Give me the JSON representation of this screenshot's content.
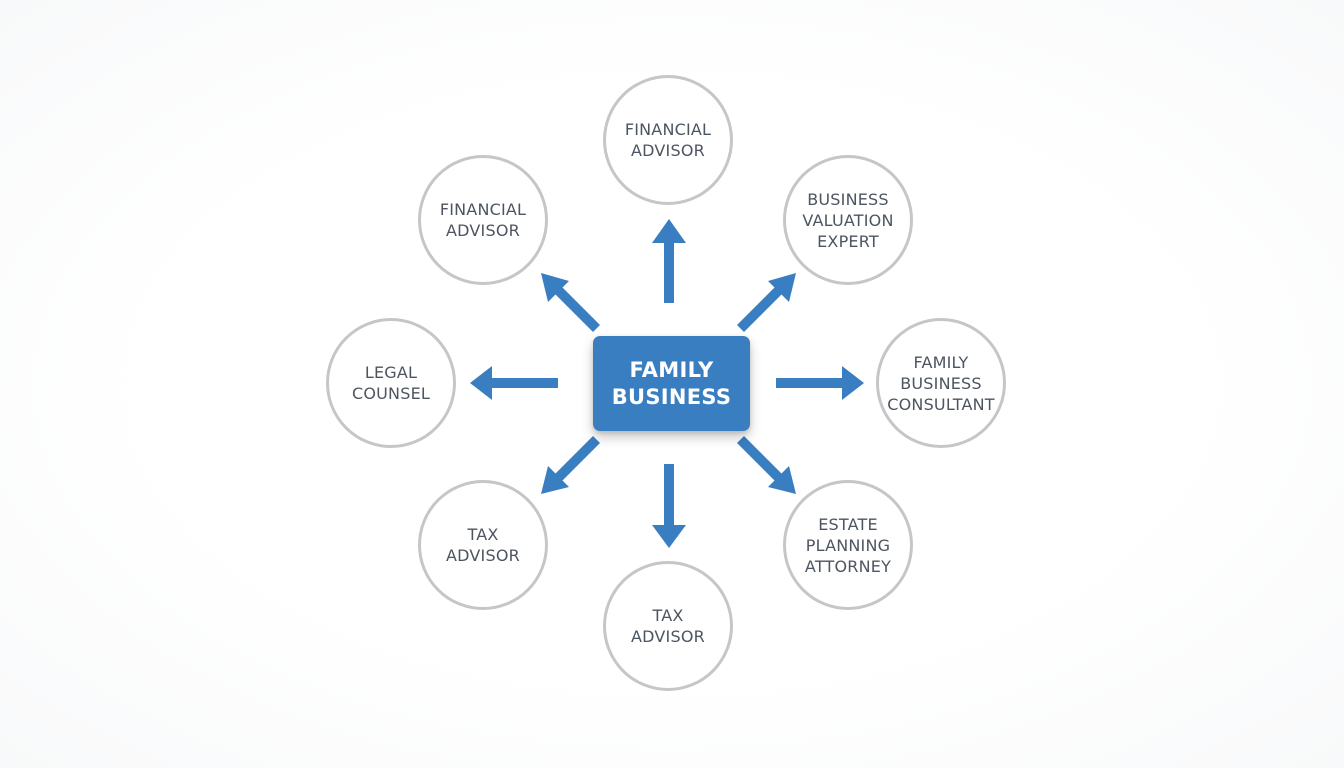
{
  "diagram": {
    "center": {
      "label": "FAMILY\nBUSINESS"
    },
    "nodes": [
      {
        "id": "top",
        "label": "FINANCIAL\nADVISOR"
      },
      {
        "id": "upper-right",
        "label": "BUSINESS\nVALUATION\nEXPERT"
      },
      {
        "id": "right",
        "label": "FAMILY\nBUSINESS\nCONSULTANT"
      },
      {
        "id": "lower-right",
        "label": "ESTATE\nPLANNING\nATTORNEY"
      },
      {
        "id": "bottom",
        "label": "TAX\nADVISOR"
      },
      {
        "id": "lower-left",
        "label": "TAX\nADVISOR"
      },
      {
        "id": "left",
        "label": "LEGAL\nCOUNSEL"
      },
      {
        "id": "upper-left",
        "label": "FINANCIAL\nADVISOR"
      }
    ],
    "colors": {
      "accent": "#3a7ec2",
      "node_border": "#c6c6c6",
      "node_text": "#4c5560"
    }
  }
}
